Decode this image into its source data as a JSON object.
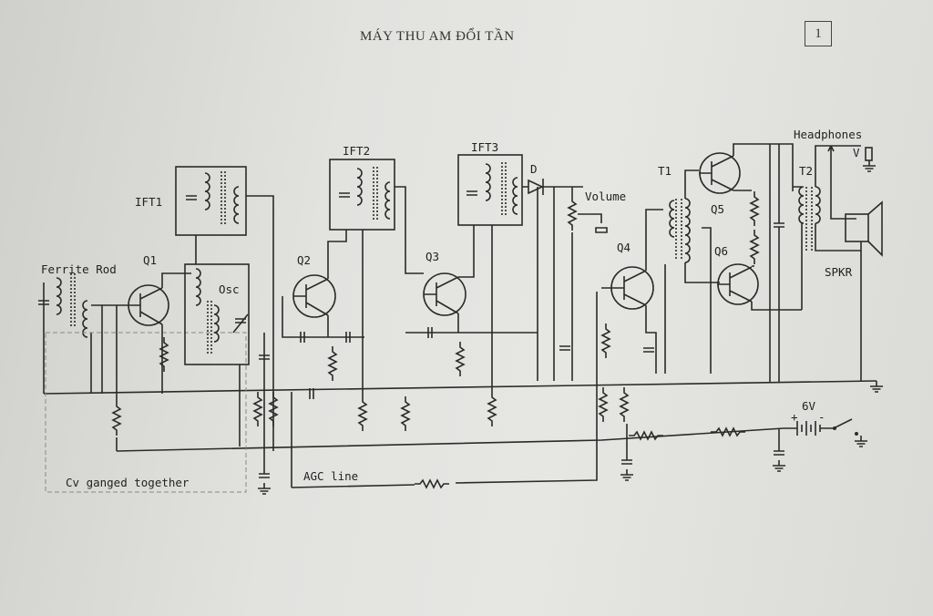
{
  "page": {
    "title": "MÁY THU AM ĐỔI TẦN",
    "page_number": "1"
  },
  "labels": {
    "ferrite_rod": "Ferrite Rod",
    "q1": "Q1",
    "q2": "Q2",
    "q3": "Q3",
    "q4": "Q4",
    "q5": "Q5",
    "q6": "Q6",
    "osc": "Osc",
    "ift1": "IFT1",
    "ift2": "IFT2",
    "ift3": "IFT3",
    "diode": "D",
    "volume": "Volume",
    "t1": "T1",
    "t2": "T2",
    "headphones": "Headphones",
    "jack_v": "V",
    "speaker": "SPKR",
    "battery": "6V",
    "battery_plus": "+",
    "battery_minus": "-",
    "agc": "AGC line",
    "cv": "Cv ganged together"
  }
}
